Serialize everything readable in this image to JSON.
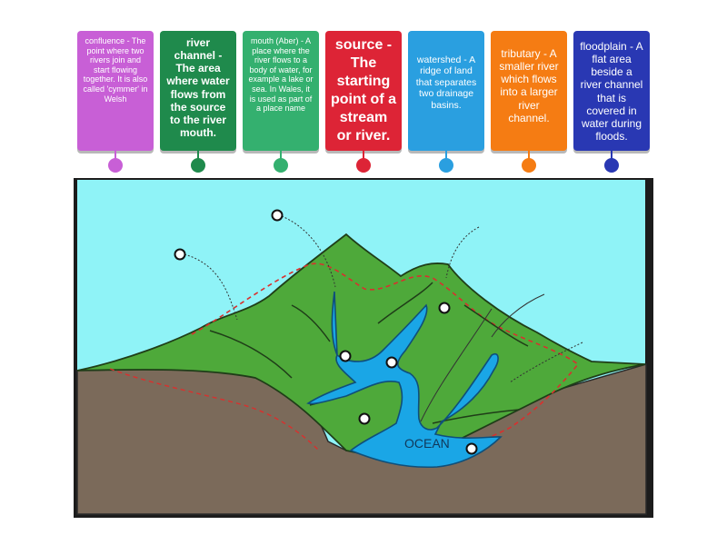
{
  "cards": [
    {
      "text": "confluence - The point where two rivers join and start flowing together. It is also called 'cymmer' in Welsh",
      "color": "#c85fd6"
    },
    {
      "text": "river channel - The area where water flows from the source to the river mouth.",
      "color": "#1f8a4c"
    },
    {
      "text": "mouth (Aber) - A place where the river flows to a body of water, for example a lake or sea. In Wales, it is used as part of a place name",
      "color": "#34b06f"
    },
    {
      "text": "source - The starting point of a stream or river.",
      "color": "#dd2436"
    },
    {
      "text": "watershed - A ridge of land that separates two drainage basins.",
      "color": "#2a9fe0"
    },
    {
      "text": "tributary - A smaller river which flows into a larger river channel.",
      "color": "#f57c13"
    },
    {
      "text": "floodplain - A flat area beside a river channel that is covered in water during floods.",
      "color": "#2938b3"
    }
  ],
  "scene": {
    "ocean_label": "OCEAN",
    "colors": {
      "sky": "#8ff3f7",
      "land": "#4ea93a",
      "ground": "#7b6a5a",
      "water": "#1aa6e6",
      "ridge": "#d9302e"
    }
  }
}
